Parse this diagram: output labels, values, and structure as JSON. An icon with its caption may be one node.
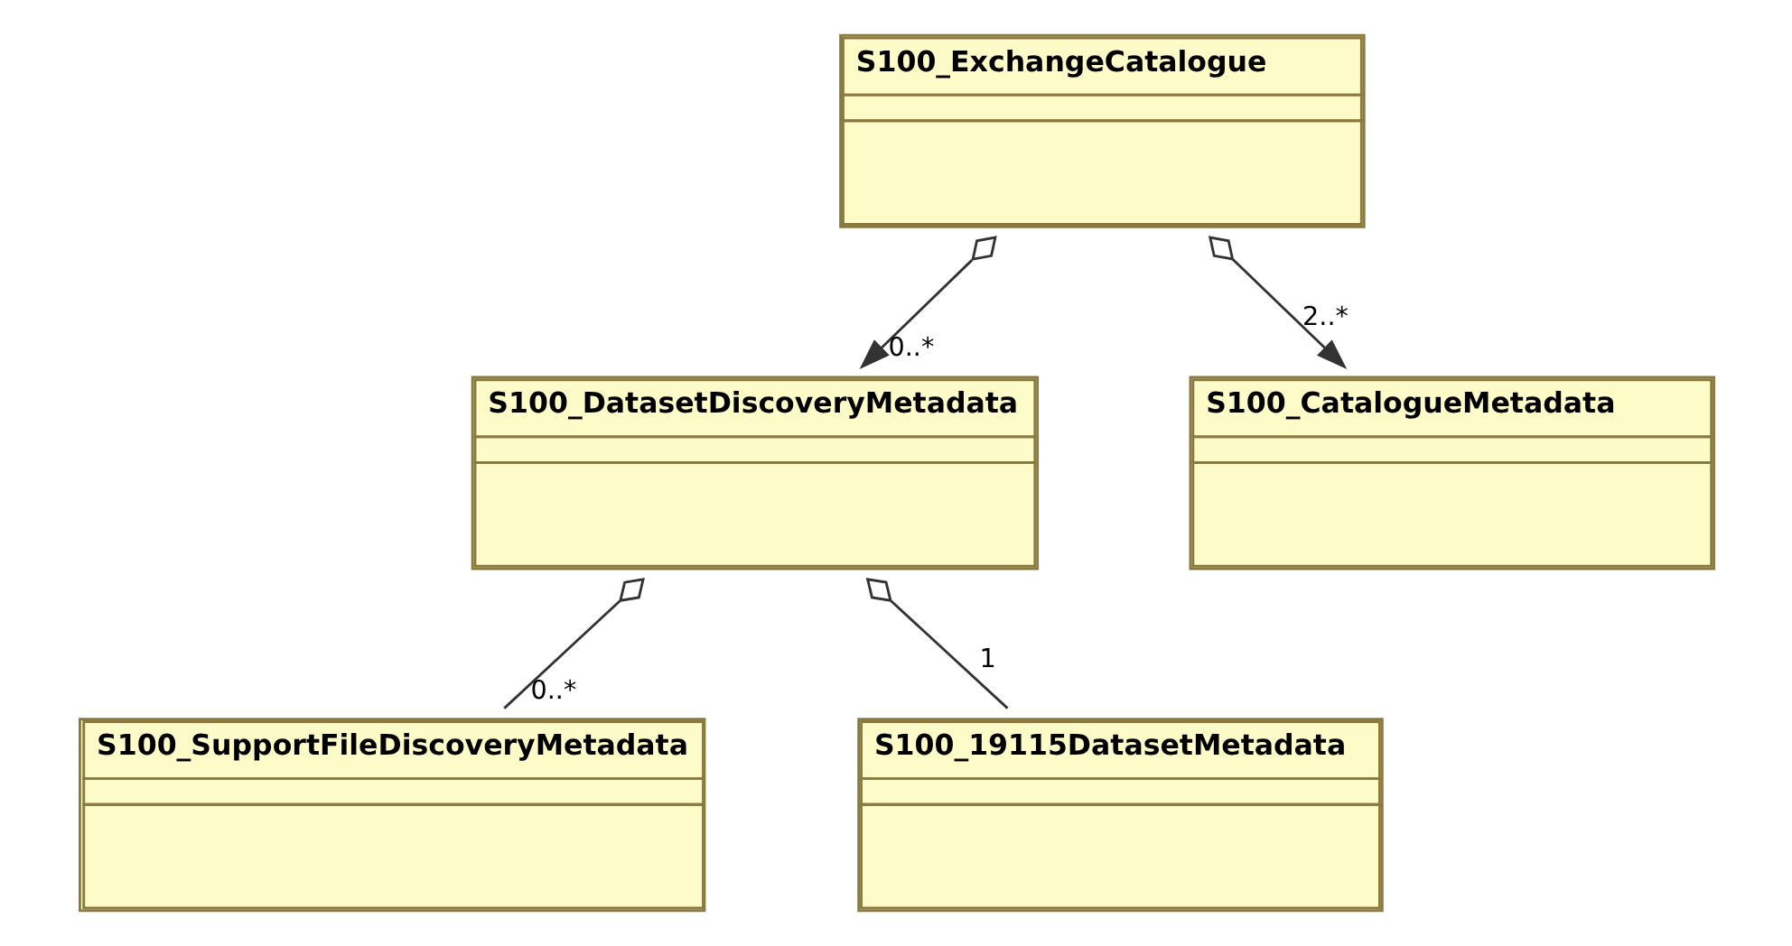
{
  "diagram": {
    "nodes": [
      {
        "text": [
          "S100_ExchangeCatalogue"
        ]
      },
      {
        "text": [
          "S100_DatasetDiscoveryMetadata"
        ]
      },
      {
        "text": [
          "S100_CatalogueMetadata"
        ]
      },
      {
        "text": [
          "S100_SupportFileDiscoveryMetadata"
        ]
      },
      {
        "text": [
          "S100_19115DatasetMetadata"
        ]
      }
    ],
    "edges": [
      {
        "from": 0,
        "to": 1,
        "arrow": "to",
        "label": "0..*"
      },
      {
        "from": 0,
        "to": 2,
        "arrow": "to",
        "label": "2..*"
      },
      {
        "from": 1,
        "to": 3,
        "arrow": "other",
        "label": "0..*"
      },
      {
        "from": 1,
        "to": 4,
        "arrow": "other",
        "label": "1"
      }
    ]
  }
}
